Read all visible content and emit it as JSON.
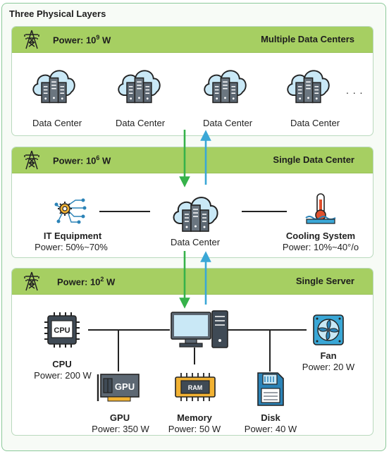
{
  "title": "Three Physical Layers",
  "layers": [
    {
      "power_base": "Power: 10",
      "power_exp": "9",
      "power_unit": " W",
      "title": "Multiple Data Centers",
      "items": [
        "Data Center",
        "Data Center",
        "Data Center",
        "Data Center"
      ],
      "ellipsis": ". . ."
    },
    {
      "power_base": "Power: 10",
      "power_exp": "6",
      "power_unit": " W",
      "title": "Single Data Center",
      "it_equipment": {
        "name": "IT Equipment",
        "power": "Power: 50%~70%"
      },
      "center": {
        "name": "Data Center"
      },
      "cooling": {
        "name": "Cooling System",
        "power": "Power: 10%~40°/o"
      }
    },
    {
      "power_base": "Power: 10",
      "power_exp": "2",
      "power_unit": " W",
      "title": "Single Server",
      "cpu": {
        "chip": "CPU",
        "name": "CPU",
        "power": "Power: 200 W"
      },
      "gpu": {
        "chip": "GPU",
        "name": "GPU",
        "power": "Power: 350 W"
      },
      "memory": {
        "chip": "RAM",
        "name": "Memory",
        "power": "Power: 50 W"
      },
      "disk": {
        "name": "Disk",
        "power": "Power: 40 W"
      },
      "fan": {
        "name": "Fan",
        "power": "Power: 20 W"
      }
    }
  ],
  "colors": {
    "header": "#a6cf62",
    "down_arrow": "#36b24a",
    "up_arrow": "#3aa7d6",
    "icon_blue": "#2b83b7",
    "server_gray": "#5d6873"
  }
}
